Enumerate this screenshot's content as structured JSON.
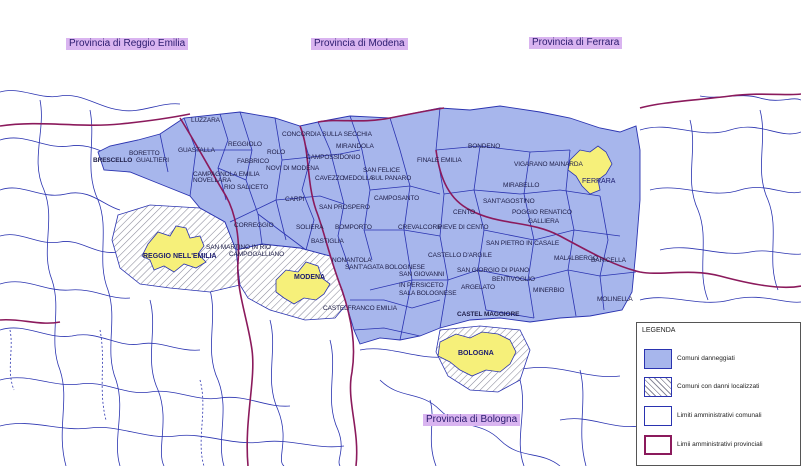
{
  "provinces": [
    {
      "id": "reggio",
      "label": "Provincia di Reggio Emilia"
    },
    {
      "id": "modena",
      "label": "Provincia di Modena"
    },
    {
      "id": "ferrara",
      "label": "Provincia di Ferrara"
    },
    {
      "id": "bologna",
      "label": "Provincia di Bologna"
    }
  ],
  "comuni": [
    "LUZZARA",
    "BORETTO",
    "BRESCELLO",
    "GUALTIERI",
    "GUASTALLA",
    "REGGIOLO",
    "ROLO",
    "FABBRICO",
    "NOVI DI MODENA",
    "CAMPAGNOLA EMILIA",
    "NOVELLARA",
    "RIO SALICETO",
    "CONCORDIA SULLA SECCHIA",
    "MIRANDOLA",
    "CAMPOSSIDONIO",
    "SAN FELICE",
    "CAVEZZO",
    "MEDOLLA",
    "SUL PANARO",
    "FINALE EMILIA",
    "BONDENO",
    "VIGARANO MAINARDA",
    "MIRABELLO",
    "SANT'AGOSTINO",
    "CARPI",
    "SAN PROSPERO",
    "CAMPOSANTO",
    "CORREGGIO",
    "SOLIERA",
    "BOMPORTO",
    "BASTIGLIA",
    "CREVALCORE",
    "PIEVE DI CENTO",
    "CENTO",
    "POGGIO RENATICO",
    "GALLIERA",
    "SAN PIETRO IN CASALE",
    "SAN MARTINO IN RIO",
    "CAMPOGALLIANO",
    "NONANTOLA",
    "SANT'AGATA BOLOGNESE",
    "CASTELLO D'ARGILE",
    "SAN GIORGIO DI PIANO",
    "MALALBERGO",
    "BARICELLA",
    "SAN GIOVANNI",
    "IN PERSICETO",
    "SALA BOLOGNESE",
    "ARGELATO",
    "BENTIVOGLIO",
    "MINERBIO",
    "MOLINELLA",
    "CASTELFRANCO EMILIA",
    "CASTEL MAGGIORE"
  ],
  "cities": [
    {
      "id": "reggio",
      "label": "REGGIO NELL'EMILIA"
    },
    {
      "id": "modena",
      "label": "MODENA"
    },
    {
      "id": "bologna",
      "label": "BOLOGNA"
    },
    {
      "id": "ferrara",
      "label": "FERRARA"
    }
  ],
  "legend": {
    "title": "LEGENDA",
    "items": [
      {
        "label": "Comuni danneggiati"
      },
      {
        "label": "Comuni con danni localizzati"
      },
      {
        "label": "Limiti amministrativi comunali"
      },
      {
        "label": "Limii amministrativi provinciali"
      }
    ]
  },
  "colors": {
    "damaged": "#a7b6ec",
    "city": "#f6f07a",
    "comune_border": "#2a33b0",
    "province_border": "#8b1a5c",
    "province_label_bg": "#d9b4f0"
  }
}
